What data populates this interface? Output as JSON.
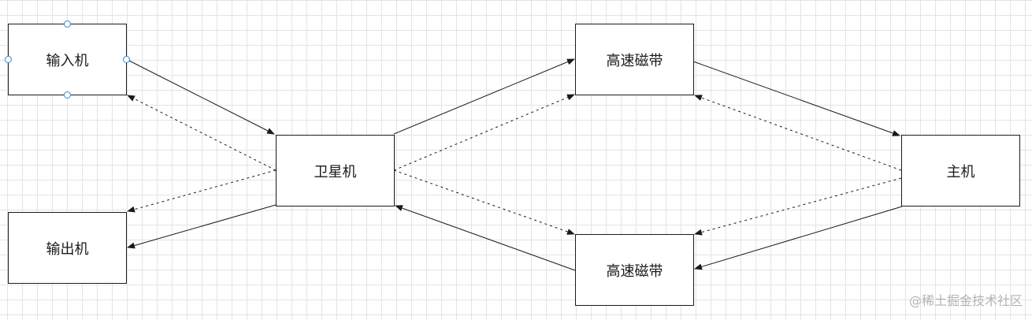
{
  "nodes": {
    "input": "输入机",
    "output": "输出机",
    "satellite": "卫星机",
    "tape_top": "高速磁带",
    "tape_bottom": "高速磁带",
    "host": "主机"
  },
  "watermark": "@稀土掘金技术社区",
  "colors": {
    "edge": "#1a1a1a",
    "selection_handle": "#2e8bd1",
    "grid": "#e4e4e4"
  }
}
